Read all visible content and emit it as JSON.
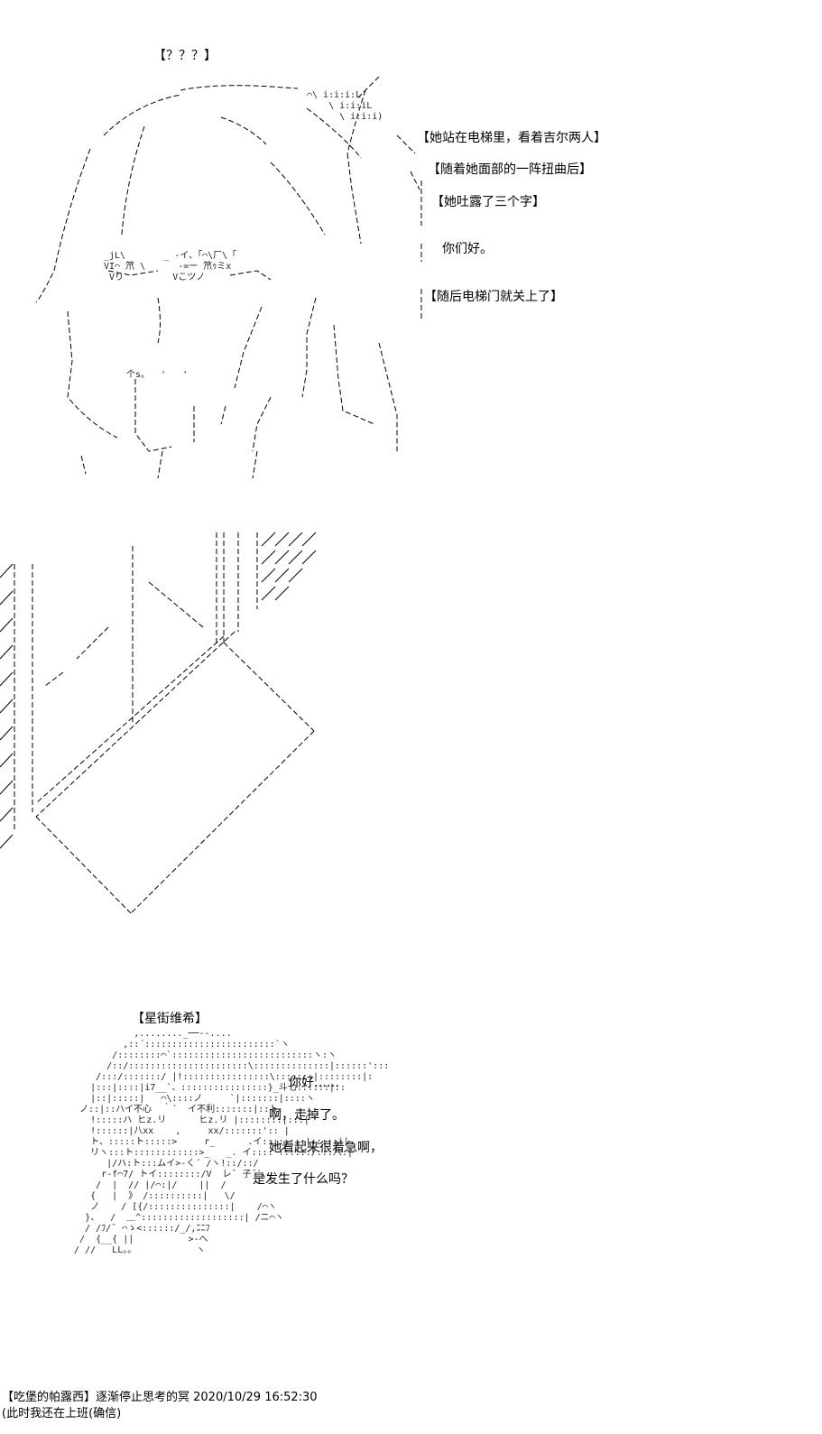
{
  "scene1": {
    "speaker": "【？？？】",
    "lines": [
      "【她站在电梯里，看着吉尔两人】",
      "【随着她面部的一阵扭曲后】",
      "【她吐露了三个字】",
      "你们好。",
      "【随后电梯门就关上了】"
    ]
  },
  "scene3": {
    "speaker": "【星街维希】",
    "lines": [
      "你好……",
      "啊，走掉了。",
      "她看起来很着急啊，",
      "是发生了什么吗？"
    ]
  },
  "footer": {
    "author_line": "【吃堡的帕露西】逐渐停止思考的冥 2020/10/29 16:52:30",
    "note_line": "(此时我还在上班(确信)"
  }
}
